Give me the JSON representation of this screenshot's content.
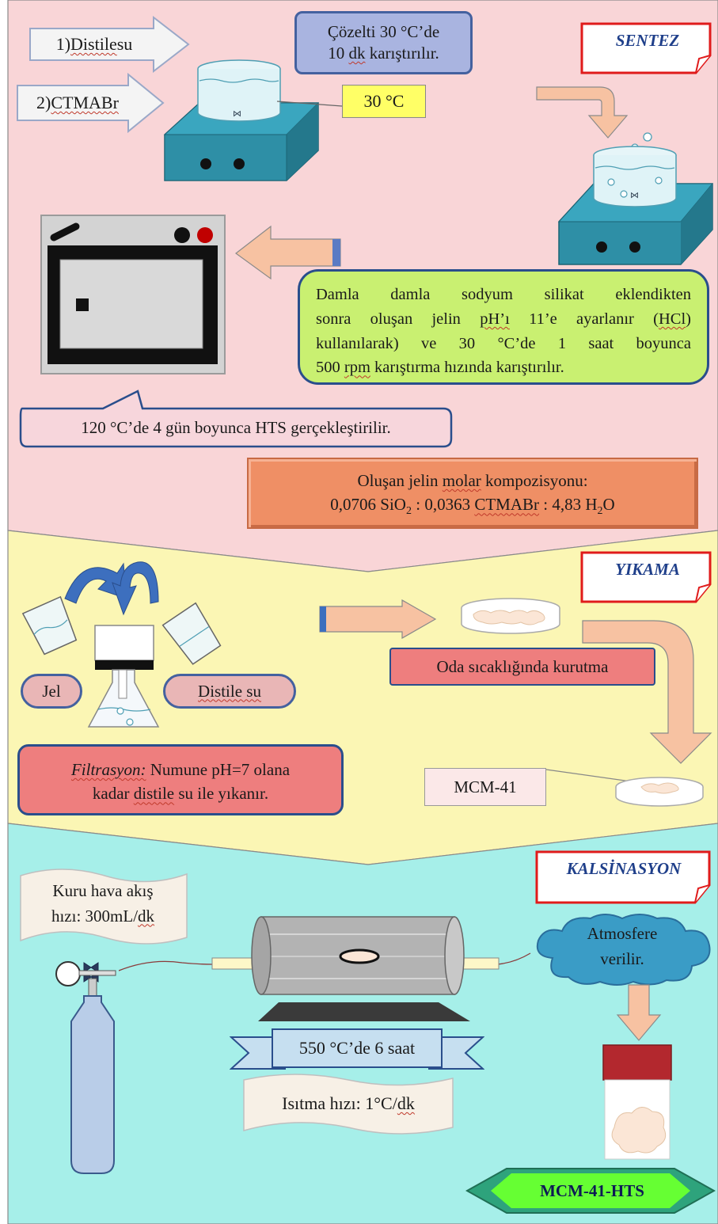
{
  "colors": {
    "sentez_bg": "#f9d5d7",
    "yikama_bg": "#fbf6b4",
    "kalsinasyon_bg": "#a6efe9",
    "stirrer_blue": "#2e8fa6",
    "orange_arrow": "#f7c2a2",
    "blue_arrow": "#3d6fbe",
    "tag_red": "#e01b1b",
    "green_box": "#c9f071",
    "orange_box": "#ef8f65",
    "salmon_box": "#ee7e7e"
  },
  "sentez": {
    "tag": "SENTEZ",
    "input1": {
      "num": "1) ",
      "text": "Distile",
      "rest": " su"
    },
    "input2": {
      "num": "2)",
      "text": "CTMABr"
    },
    "stir_note": {
      "line1": "Çözelti 30 °C’de",
      "line2a": "10 ",
      "line2b": "dk",
      "line2c": " karıştırılır."
    },
    "temp": "30 °C",
    "gel_note": {
      "l1": "Damla damla sodyum silikat eklendikten",
      "l2a": "sonra oluşan jelin ",
      "l2b": "pH’ı",
      "l2c": " 11’e ayarlanır (",
      "l2d": "HCl",
      "l3": "kullanılarak) ve 30 °C’de 1 saat boyunca",
      "l4a": "500 ",
      "l4b": "rpm",
      "l4c": " karıştırma hızında karıştırılır."
    },
    "hts_note": "120 °C’de 4 gün boyunca HTS gerçekleştirilir.",
    "composition": {
      "l1a": "Oluşan jelin ",
      "l1b": "molar",
      "l1c": " kompozisyonu:",
      "l2a": "0,0706 SiO",
      "sub1": "2",
      "l2b": " : 0,0363 ",
      "l2c": "CTMABr",
      "l2d": " : 4,83 H",
      "sub2": "2",
      "l2e": "O"
    }
  },
  "yikama": {
    "tag": "YIKAMA",
    "jel": "Jel",
    "distile": "Distile su",
    "dry": "Oda sıcaklığında kurutma",
    "filtration": {
      "italic": "Filtrasyon:",
      "l1": " Numune pH=7 olana",
      "l2a": "kadar ",
      "l2b": "distile",
      "l2c": " su ile yıkanır."
    },
    "product": "MCM-41"
  },
  "kalsinasyon": {
    "tag": "KALSİNASYON",
    "airflow": {
      "l1": "Kuru hava akış",
      "l2a": "hızı: 300mL/",
      "l2b": "dk"
    },
    "atmosphere": {
      "l1": "Atmosfere",
      "l2": "verilir."
    },
    "banner": "550 °C’de 6 saat",
    "heating": {
      "a": "Isıtma hızı: 1°C/",
      "b": "dk"
    },
    "final": "MCM-41-HTS"
  }
}
